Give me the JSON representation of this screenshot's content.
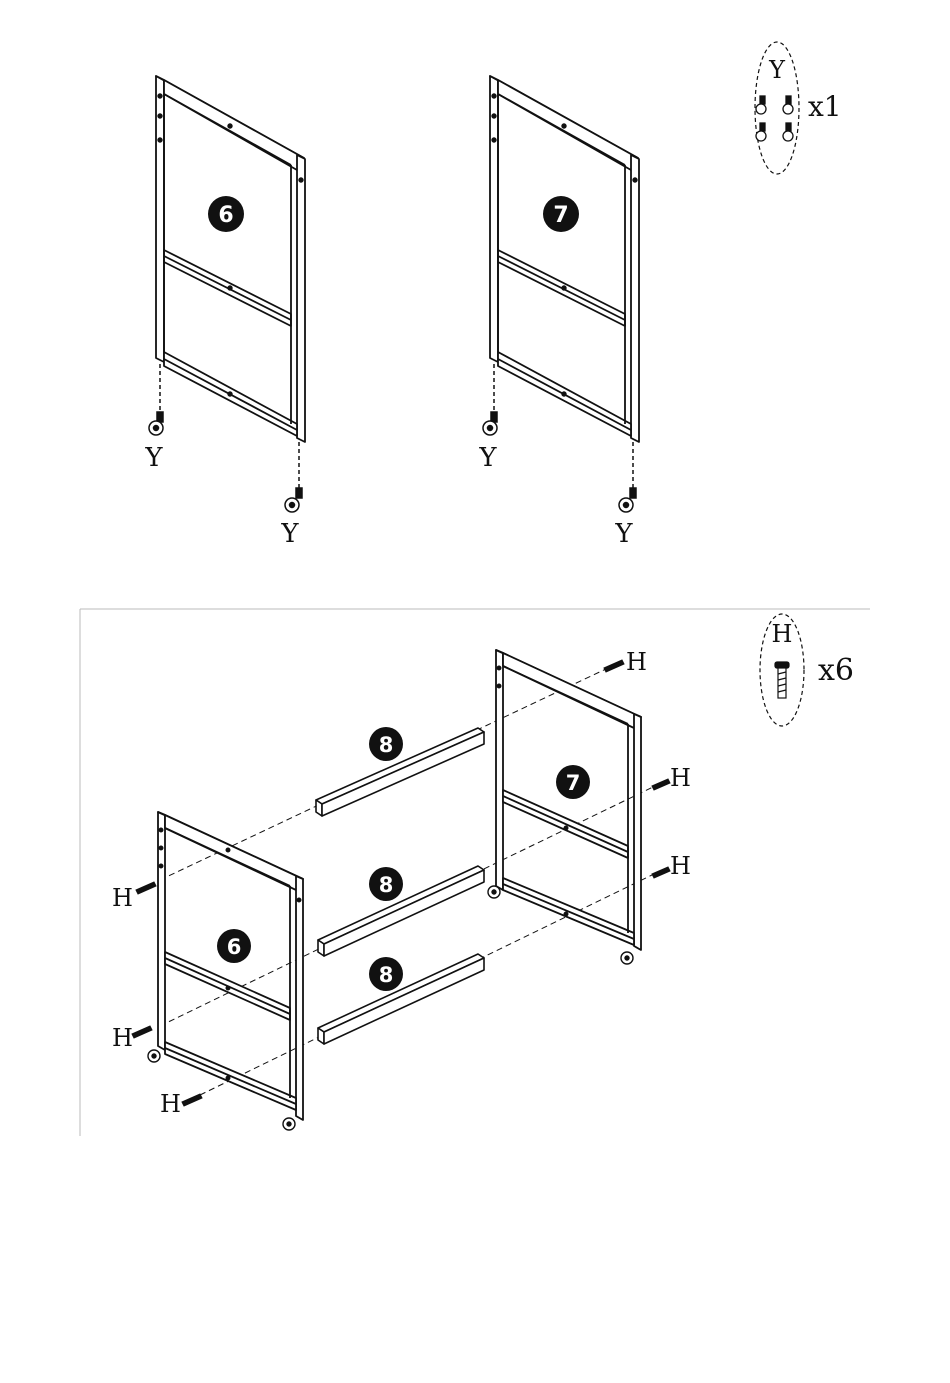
{
  "step1": {
    "panel_a": {
      "number": "6"
    },
    "panel_b": {
      "number": "7"
    },
    "caster_label": "Y",
    "hardware": {
      "label": "Y",
      "quantity": "x1"
    }
  },
  "step2": {
    "panel_a": {
      "number": "6"
    },
    "panel_b": {
      "number": "7"
    },
    "rail_number": "8",
    "bolt_label": "H",
    "hardware": {
      "label": "H",
      "quantity": "x6"
    }
  },
  "colors": {
    "line": "#111111",
    "badge": "#111111",
    "background": "#ffffff"
  }
}
